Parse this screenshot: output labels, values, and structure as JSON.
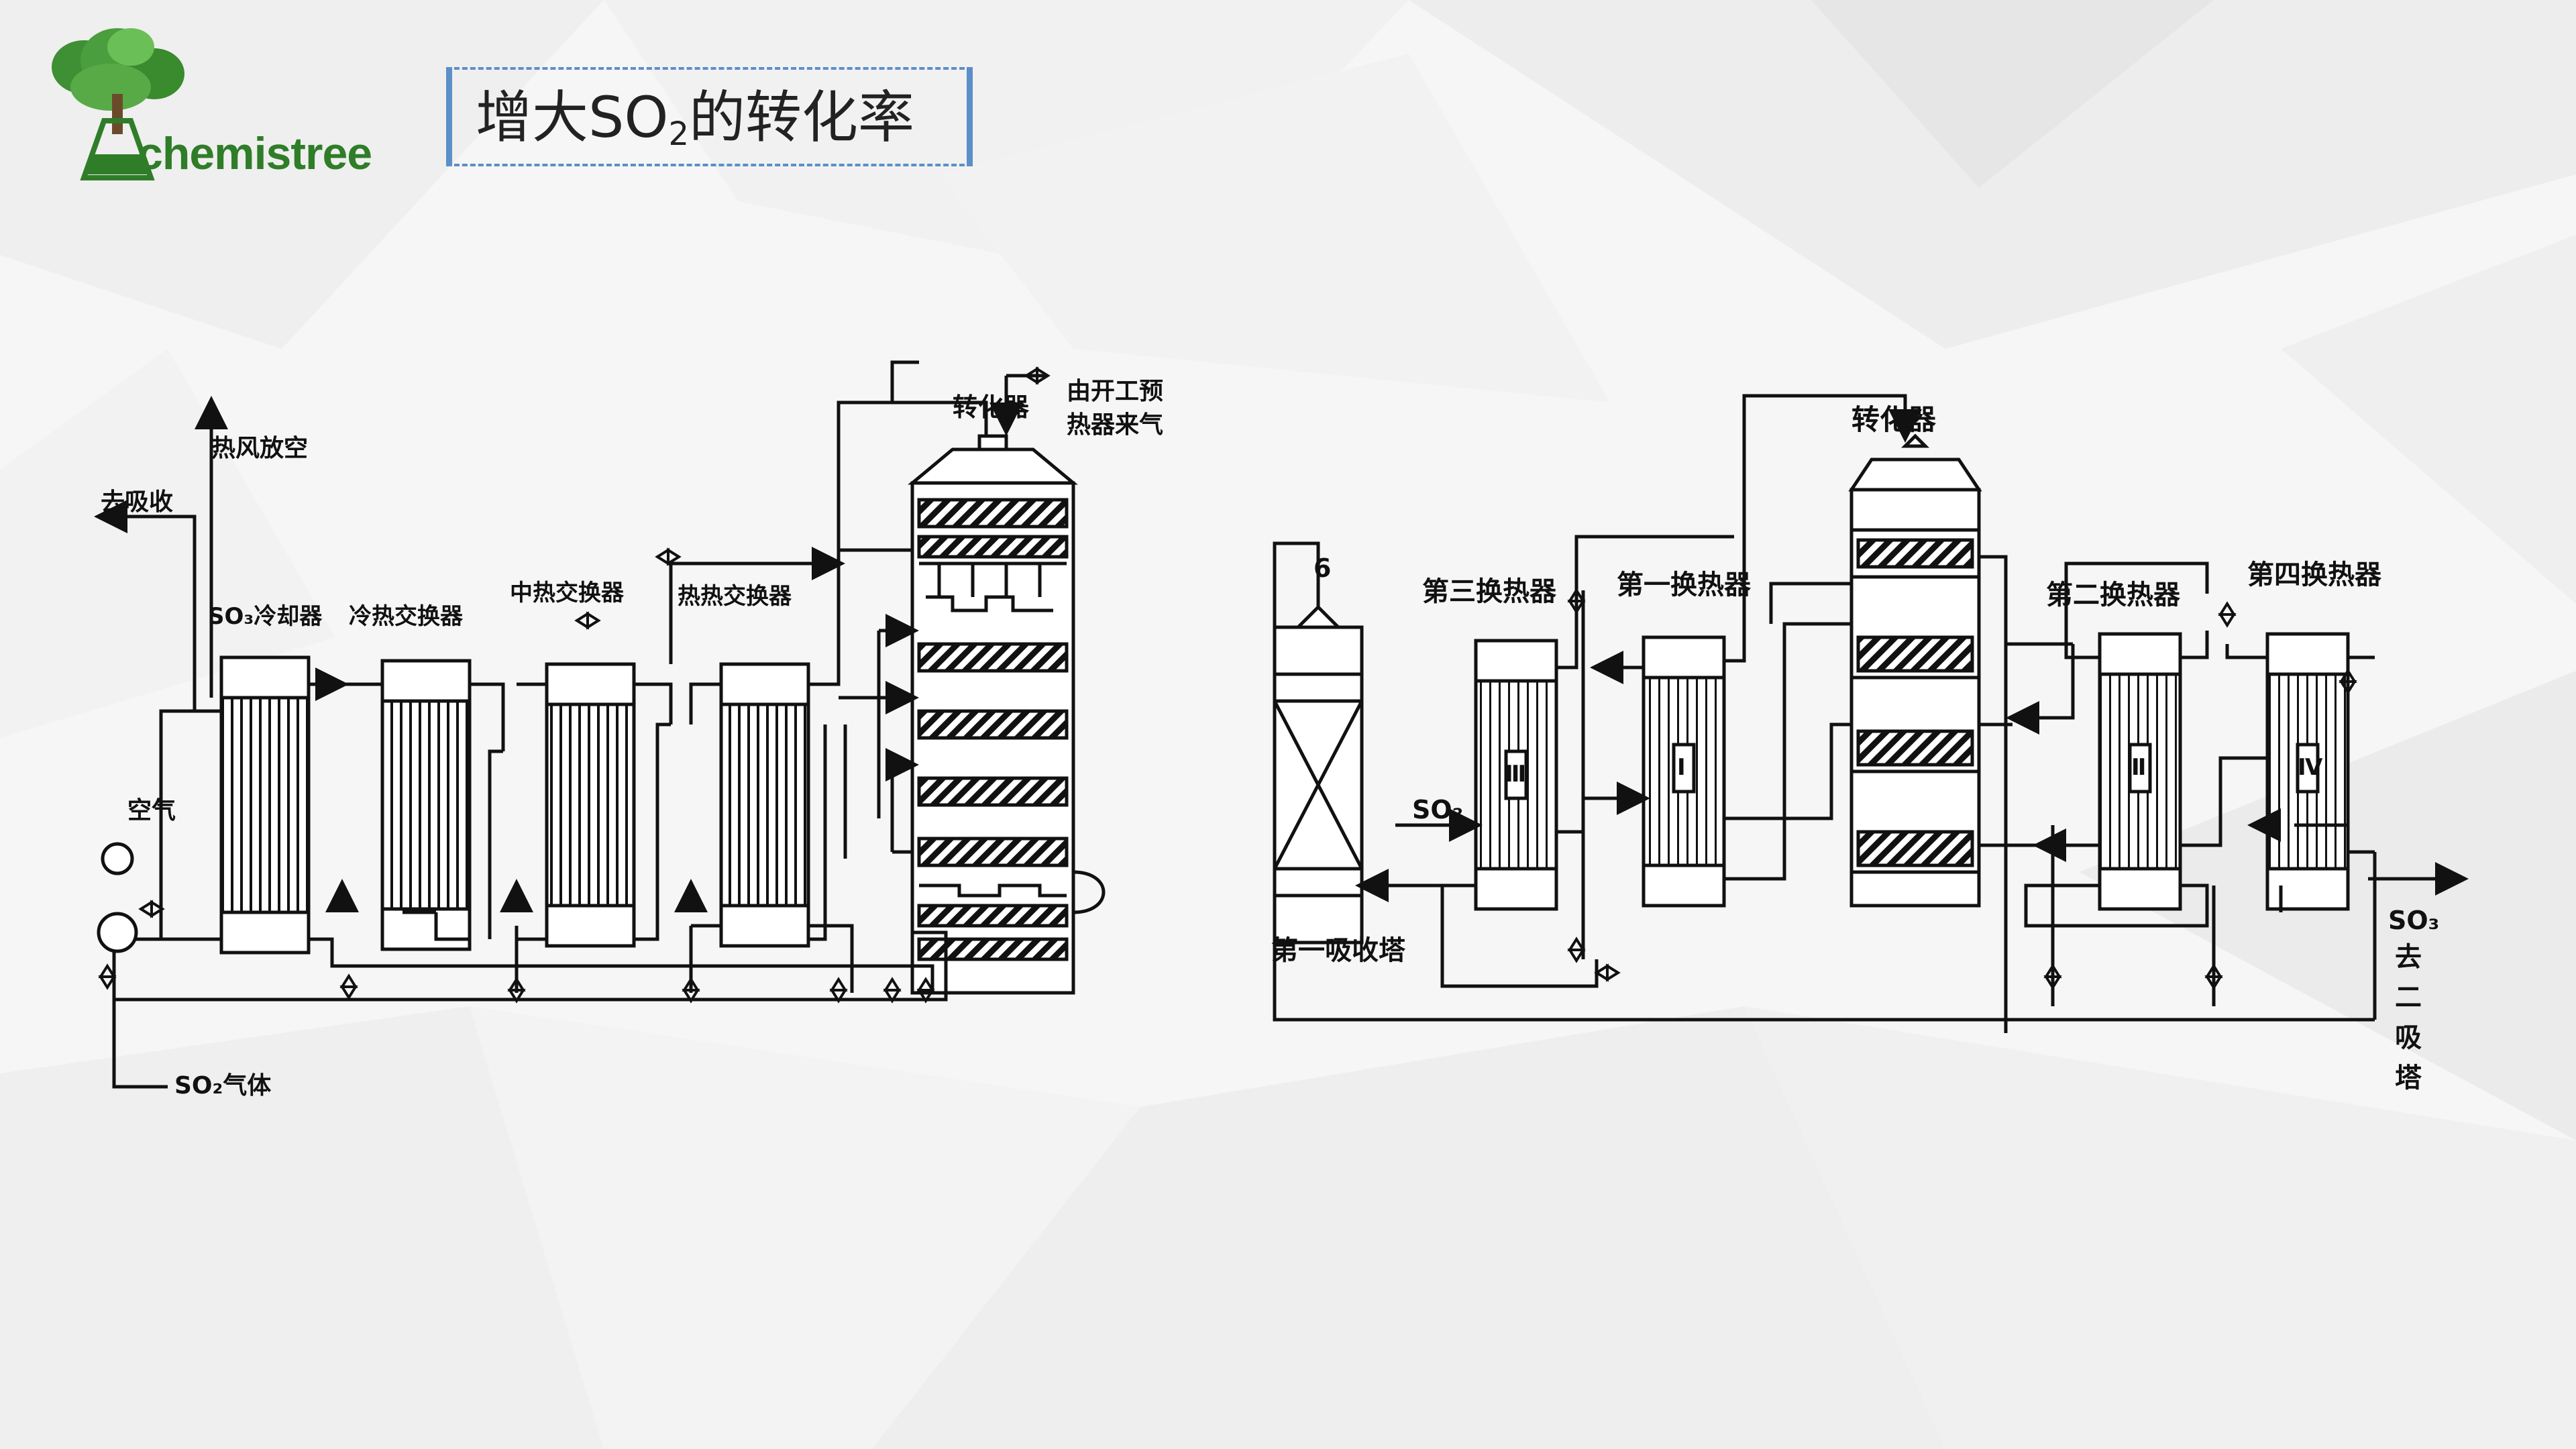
{
  "slide": {
    "title_main": "增大SO",
    "title_sub": "2",
    "title_rest": "的转化率"
  },
  "logo": {
    "text": "chemistree",
    "icon": "tree-flask-icon"
  },
  "diagram_left": {
    "labels": {
      "converter": "转化器",
      "startup_gas_1": "由开工预",
      "startup_gas_2": "热器来气",
      "hot_air_vent": "热风放空",
      "to_absorption": "去吸收",
      "so3_cooler": "SO₃冷却器",
      "cold_exchanger": "冷热交换器",
      "mid_exchanger": "中热交换器",
      "hot_exchanger": "热热交换器",
      "air": "空气",
      "so2_gas": "SO₂气体"
    }
  },
  "diagram_right": {
    "labels": {
      "tower_number": "6",
      "converter": "转化器",
      "third_exchanger": "第三换热器",
      "first_exchanger": "第一换热器",
      "second_exchanger": "第二换热器",
      "fourth_exchanger": "第四换热器",
      "roman_3": "Ⅲ",
      "roman_1": "Ⅰ",
      "roman_2": "Ⅱ",
      "roman_4": "Ⅳ",
      "so2": "SO₂",
      "first_absorption_tower": "第一吸收塔",
      "so3_out": "SO₃",
      "to_second_1": "去",
      "to_second_2": "二",
      "to_second_3": "吸",
      "to_second_4": "塔"
    }
  }
}
